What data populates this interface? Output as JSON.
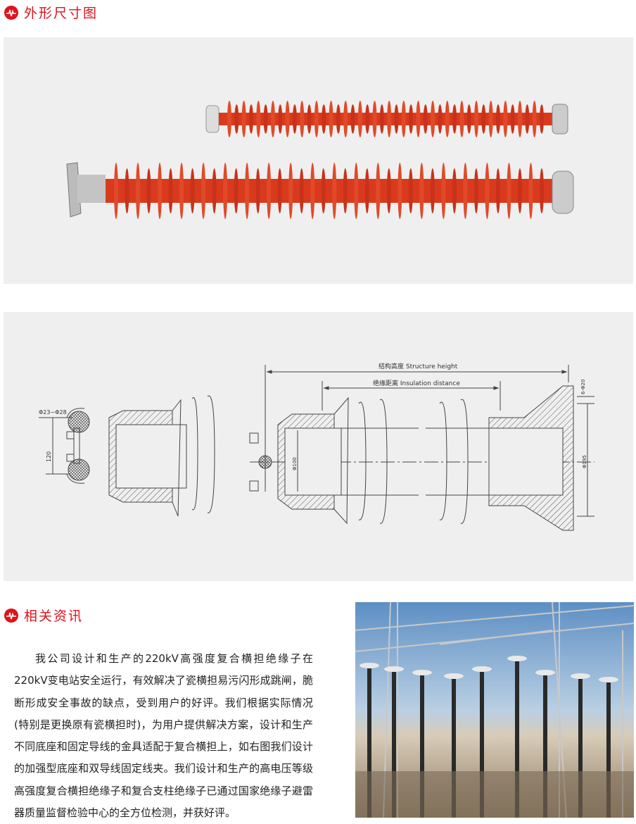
{
  "section1": {
    "title": "外形尺寸图"
  },
  "section2": {
    "title": "相关资讯"
  },
  "diagram": {
    "structure_height": "结构高度  Structure height",
    "insulation_distance": "绝缘距离  Insulation distance",
    "conductor_dia": "Φ23~Φ28",
    "spacing": "120",
    "tube_dia": "Φ100",
    "flange_dia": "Φ195",
    "bolt_holes": "6-Φ20"
  },
  "article": {
    "text": "我公司设计和生产的220kV高强度复合横担绝缘子在220kV变电站安全运行，有效解决了瓷横担易污闪形成跳闸，脆断形成安全事故的缺点，受到用户的好评。我们根据实际情况(特别是更换原有瓷横担时)，为用户提供解决方案，设计和生产不同底座和固定导线的金具适配于复合横担上，如右图我们设计的加强型底座和双导线固定线夹。我们设计和生产的高电压等级高强度复合横担绝缘子和复合支柱绝缘子已通过国家绝缘子避雷器质量监督检验中心的全方位检测，并获好评。"
  },
  "colors": {
    "accent": "#e0121b",
    "insulator": "#d93a1e"
  }
}
